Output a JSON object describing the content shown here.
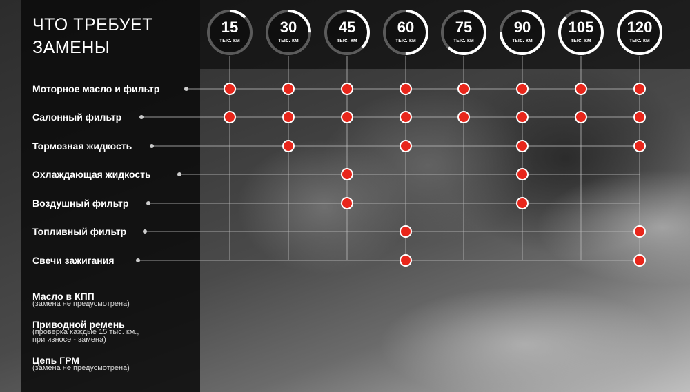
{
  "title": "ЧТО ТРЕБУЕТ\nЗАМЕНЫ",
  "unit_label": "тыс. км",
  "accent_color": "#e8261b",
  "grid_line_color": "#bbbbbb",
  "milestones": [
    {
      "value": "15",
      "progress": 0.125
    },
    {
      "value": "30",
      "progress": 0.25
    },
    {
      "value": "45",
      "progress": 0.375
    },
    {
      "value": "60",
      "progress": 0.5
    },
    {
      "value": "75",
      "progress": 0.625
    },
    {
      "value": "90",
      "progress": 0.75
    },
    {
      "value": "105",
      "progress": 0.875
    },
    {
      "value": "120",
      "progress": 1.0
    }
  ],
  "rows": [
    {
      "label": "Моторное масло и фильтр",
      "marks": [
        "15",
        "30",
        "45",
        "60",
        "75",
        "90",
        "105",
        "120"
      ]
    },
    {
      "label": "Салонный фильтр",
      "marks": [
        "15",
        "30",
        "45",
        "60",
        "75",
        "90",
        "105",
        "120"
      ]
    },
    {
      "label": "Тормозная жидкость",
      "marks": [
        "30",
        "60",
        "90",
        "120"
      ]
    },
    {
      "label": "Охлаждающая жидкость",
      "marks": [
        "45",
        "90"
      ]
    },
    {
      "label": "Воздушный фильтр",
      "marks": [
        "45",
        "90"
      ]
    },
    {
      "label": "Топливный фильтр",
      "marks": [
        "60",
        "120"
      ]
    },
    {
      "label": "Свечи зажигания",
      "marks": [
        "60",
        "120"
      ]
    }
  ],
  "notes": [
    {
      "title": "Масло в КПП",
      "sub": "(замена не предусмотрена)"
    },
    {
      "title": "Приводной ремень",
      "sub": "(проверка каждые 15 тыс. км.,\nпри износе - замена)"
    },
    {
      "title": "Цепь ГРМ",
      "sub": "(замена не предусмотрена)"
    }
  ]
}
